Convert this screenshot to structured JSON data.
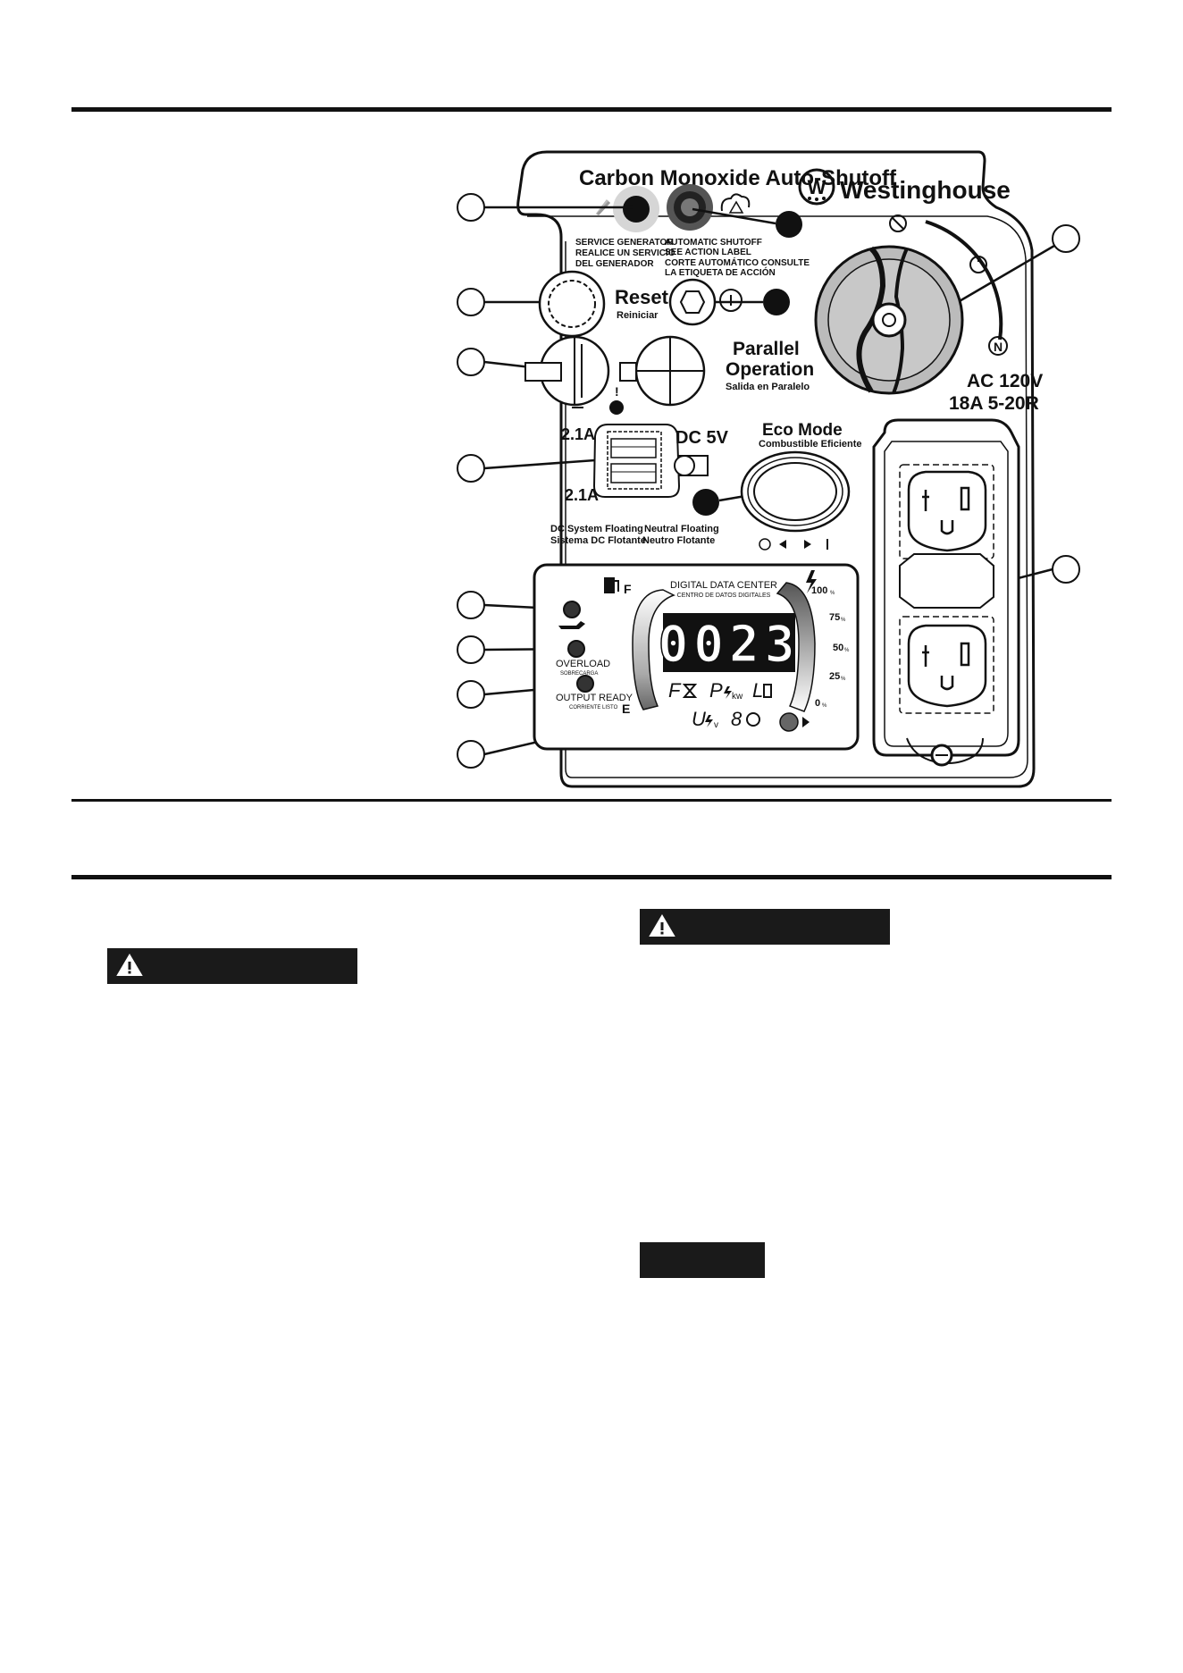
{
  "panel": {
    "co_title": "Carbon Monoxide Auto-Shutoff",
    "brand": "Westinghouse",
    "service_generator": "SERVICE GENERATOR",
    "service_generator_es_1": "REALICE UN SERVICIO",
    "service_generator_es_2": "DEL GENERADOR",
    "auto_shutoff_1": "AUTOMATIC SHUTOFF",
    "auto_shutoff_2": "SEE ACTION LABEL",
    "auto_shutoff_es_1": "CORTE AUTOMÁTICO CONSULTE",
    "auto_shutoff_es_2": "LA ETIQUETA DE ACCIÓN",
    "reset": "Reset",
    "reset_es": "Reiniciar",
    "parallel_1": "Parallel",
    "parallel_2": "Operation",
    "parallel_es": "Salida en Paralelo",
    "usb_top": "2.1A",
    "usb_bottom": "2.1A",
    "dc": "DC 5V",
    "eco_mode": "Eco Mode",
    "eco_mode_es": "Combustible Eficiente",
    "dc_floating_1": "DC System Floating",
    "dc_floating_2": "Sistema DC Flotante",
    "neutral_floating_1": "Neutral Floating",
    "neutral_floating_2": "Neutro Flotante",
    "ac_1": "AC 120V",
    "ac_2": "18A 5-20R"
  },
  "display": {
    "title": "DIGITAL DATA CENTER",
    "title_es": "CENTRO DE DATOS DIGITALES",
    "digits": "0023",
    "fuel_full": "F",
    "fuel_empty": "E",
    "load_100": "100",
    "load_75": "75",
    "load_50": "50",
    "load_25": "25",
    "load_0": "0",
    "pct": "%",
    "overload": "OVERLOAD",
    "overload_es": "SOBRECARGA",
    "output_ready": "OUTPUT READY",
    "output_ready_es": "CORRIENTE LISTO",
    "mode_f": "F",
    "mode_p": "P",
    "mode_kw": "kw",
    "mode_l": "L",
    "mode_u": "U",
    "mode_v": "v",
    "mode_8": "8"
  },
  "colors": {
    "ink": "#111111",
    "panel_bg": "#ffffff",
    "lcd_bg": "#111111",
    "lcd_text": "#ffffff",
    "warning_bar": "#1a1a1a"
  }
}
